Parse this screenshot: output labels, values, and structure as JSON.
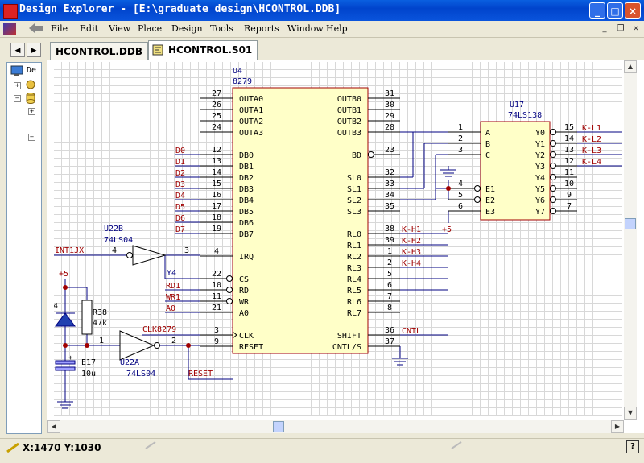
{
  "window": {
    "title": "Design Explorer - [E:\\graduate design\\HCONTROL.DDB]",
    "minimize_label": "_",
    "maximize_label": "□",
    "close_label": "×"
  },
  "menu": {
    "items": [
      "File",
      "Edit",
      "View",
      "Place",
      "Design",
      "Tools",
      "Reports",
      "Window",
      "Help"
    ]
  },
  "mdi": {
    "minimize": "_",
    "restore": "❐",
    "close": "×"
  },
  "nav": {
    "back": "◀",
    "forward": "▶"
  },
  "tree": {
    "root_label": "De"
  },
  "tabs": [
    {
      "label": "HCONTROL.DDB",
      "active": false
    },
    {
      "label": "HCONTROL.S01",
      "active": true
    }
  ],
  "status": {
    "coords": "X:1470 Y:1030"
  },
  "schematic": {
    "u4": {
      "designator": "U4",
      "part": "8279",
      "left_pins": [
        {
          "name": "OUTA0",
          "num": "27"
        },
        {
          "name": "OUTA1",
          "num": "26"
        },
        {
          "name": "OUTA2",
          "num": "25"
        },
        {
          "name": "OUTA3",
          "num": "24"
        },
        {
          "name": "DB0",
          "num": "12",
          "net": "D0"
        },
        {
          "name": "DB1",
          "num": "13",
          "net": "D1"
        },
        {
          "name": "DB2",
          "num": "14",
          "net": "D2"
        },
        {
          "name": "DB3",
          "num": "15",
          "net": "D3"
        },
        {
          "name": "DB4",
          "num": "16",
          "net": "D4"
        },
        {
          "name": "DB5",
          "num": "17",
          "net": "D5"
        },
        {
          "name": "DB6",
          "num": "18",
          "net": "D6"
        },
        {
          "name": "DB7",
          "num": "19",
          "net": "D7"
        },
        {
          "name": "IRQ",
          "num": "4"
        },
        {
          "name": "CS",
          "num": "22",
          "net": "Y4"
        },
        {
          "name": "RD",
          "num": "10",
          "net": "RD1"
        },
        {
          "name": "WR",
          "num": "11",
          "net": "WR1"
        },
        {
          "name": "A0",
          "num": "21",
          "net": "A0"
        },
        {
          "name": "CLK",
          "num": "3",
          "net": "CLK8279"
        },
        {
          "name": "RESET",
          "num": "9",
          "net": "RESET"
        }
      ],
      "right_pins": [
        {
          "name": "OUTB0",
          "num": "31"
        },
        {
          "name": "OUTB1",
          "num": "30"
        },
        {
          "name": "OUTB2",
          "num": "29"
        },
        {
          "name": "OUTB3",
          "num": "28"
        },
        {
          "name": "BD",
          "num": "23"
        },
        {
          "name": "SL0",
          "num": "32"
        },
        {
          "name": "SL1",
          "num": "33"
        },
        {
          "name": "SL2",
          "num": "34"
        },
        {
          "name": "SL3",
          "num": "35"
        },
        {
          "name": "RL0",
          "num": "38",
          "net": "K-H1"
        },
        {
          "name": "RL1",
          "num": "39",
          "net": "K-H2"
        },
        {
          "name": "RL2",
          "num": "1",
          "net": "K-H3"
        },
        {
          "name": "RL3",
          "num": "2",
          "net": "K-H4"
        },
        {
          "name": "RL4",
          "num": "5"
        },
        {
          "name": "RL5",
          "num": "6"
        },
        {
          "name": "RL6",
          "num": "7"
        },
        {
          "name": "RL7",
          "num": "8"
        },
        {
          "name": "SHIFT",
          "num": "36",
          "net": "CNTL"
        },
        {
          "name": "CNTL/S",
          "num": "37"
        }
      ]
    },
    "u17": {
      "designator": "U17",
      "part": "74LS138",
      "left_pins": [
        {
          "name": "A",
          "num": "1"
        },
        {
          "name": "B",
          "num": "2"
        },
        {
          "name": "C",
          "num": "3"
        },
        {
          "name": "E1",
          "num": "4"
        },
        {
          "name": "E2",
          "num": "5"
        },
        {
          "name": "E3",
          "num": "6"
        }
      ],
      "right_pins": [
        {
          "name": "Y0",
          "num": "15",
          "net": "K-L1"
        },
        {
          "name": "Y1",
          "num": "14",
          "net": "K-L2"
        },
        {
          "name": "Y2",
          "num": "13",
          "net": "K-L3"
        },
        {
          "name": "Y3",
          "num": "12",
          "net": "K-L4"
        },
        {
          "name": "Y4",
          "num": "11"
        },
        {
          "name": "Y5",
          "num": "10"
        },
        {
          "name": "Y6",
          "num": "9"
        },
        {
          "name": "Y7",
          "num": "7"
        }
      ]
    },
    "u22b": {
      "designator": "U22B",
      "part": "74LS04",
      "in_num": "4",
      "out_num": "3",
      "in_net": "INT1JX"
    },
    "u22a": {
      "designator": "U22A",
      "part": "74LS04",
      "in_num": "1",
      "out_num": "2"
    },
    "r38": {
      "designator": "R38",
      "value": "47k"
    },
    "e17": {
      "designator": "E17",
      "value": "10u"
    },
    "power_label": "+5",
    "u17_power_label": "+5",
    "diode_pin": "4",
    "cap_plus": "+"
  }
}
